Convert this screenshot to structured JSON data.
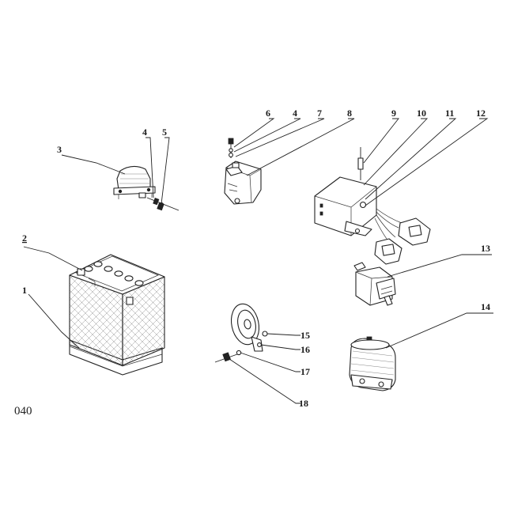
{
  "page": {
    "number": "040"
  },
  "callouts": [
    {
      "label": "1"
    },
    {
      "label": "2"
    },
    {
      "label": "3"
    },
    {
      "label": "4"
    },
    {
      "label": "5"
    },
    {
      "label": "6"
    },
    {
      "label": "4"
    },
    {
      "label": "7"
    },
    {
      "label": "8"
    },
    {
      "label": "9"
    },
    {
      "label": "10"
    },
    {
      "label": "11"
    },
    {
      "label": "12"
    },
    {
      "label": "13"
    },
    {
      "label": "14"
    },
    {
      "label": "15"
    },
    {
      "label": "16"
    },
    {
      "label": "17"
    },
    {
      "label": "18"
    }
  ]
}
